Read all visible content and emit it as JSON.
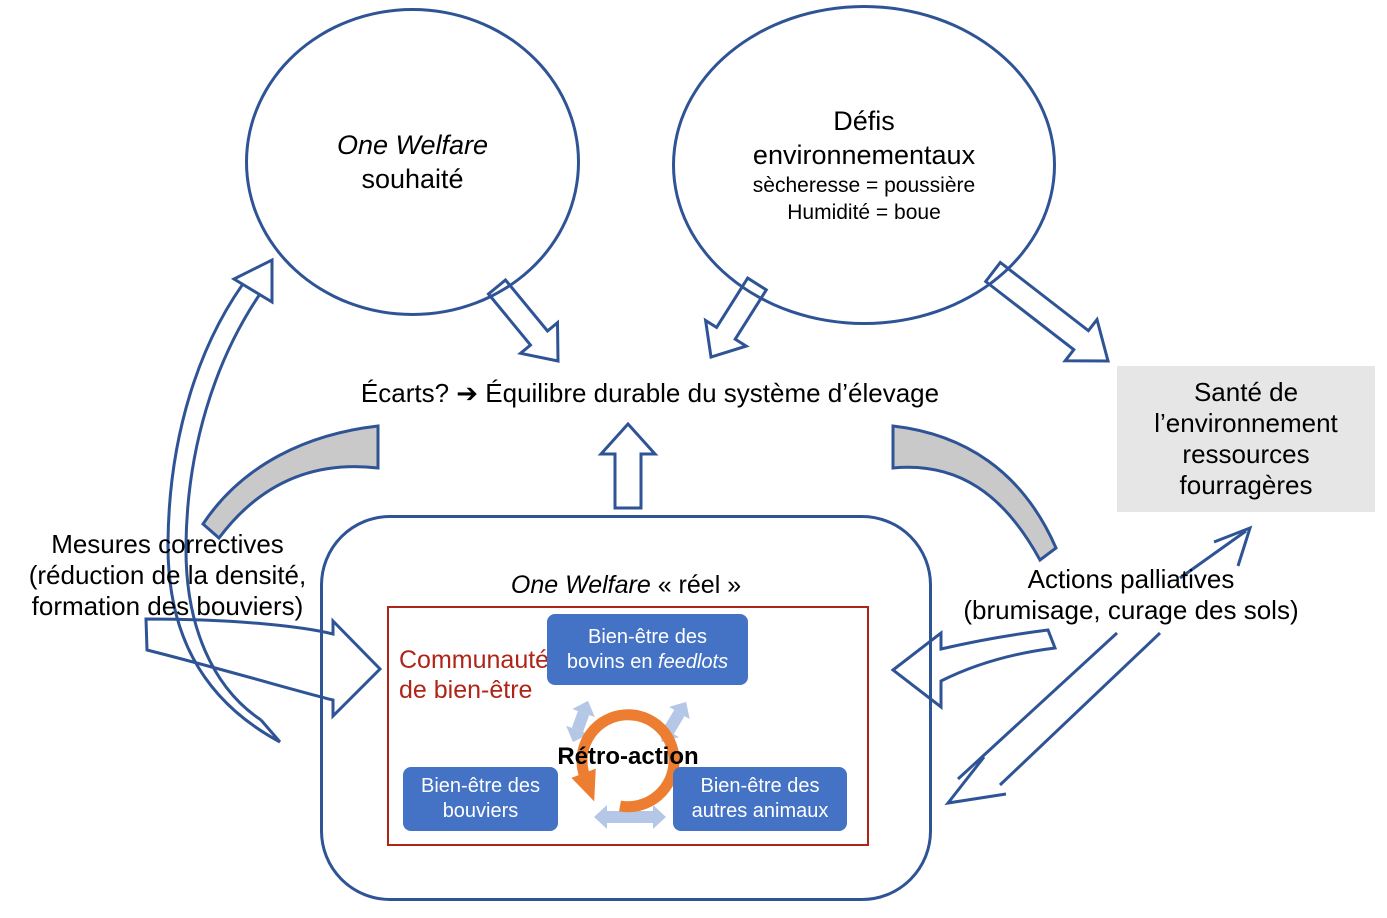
{
  "colors": {
    "outline_blue": "#2f5496",
    "box_blue": "#4472c4",
    "light_blue": "#b4c7e7",
    "orange": "#ed7d31",
    "red": "#b02418",
    "gray_panel": "#e7e6e6",
    "gray_band": "#c9c9c9"
  },
  "diagram": {
    "desired": {
      "title": "One Welfare",
      "subtitle": "souhaité"
    },
    "challenges": {
      "title1": "Défis",
      "title2": "environnementaux",
      "detail1": "sècheresse = poussière",
      "detail2": "Humidité = boue"
    },
    "balance": "Écarts? ➔ Équilibre durable du système d’élevage",
    "env_health": {
      "line1": "Santé de",
      "line2": "l’environnement",
      "line3": "ressources",
      "line4": "fourragères"
    },
    "corrective": {
      "line1": "Mesures correctives",
      "line2": "(réduction de la densité,",
      "line3": "formation des bouviers)"
    },
    "palliative": {
      "line1": "Actions palliatives",
      "line2": "(brumisage, curage des sols)"
    },
    "real": {
      "title_italic": "One Welfare",
      "title_rest": " « réel »"
    },
    "community": {
      "line1": "Communauté",
      "line2": "de bien-être"
    },
    "cattle": {
      "line1": "Bien-être des",
      "line2_prefix": "bovins en ",
      "line2_italic": "feedlots"
    },
    "herders": {
      "line1": "Bien-être des",
      "line2": "bouviers"
    },
    "others": {
      "line1": "Bien-être des",
      "line2": "autres animaux"
    },
    "feedback": "Rétro-action"
  }
}
